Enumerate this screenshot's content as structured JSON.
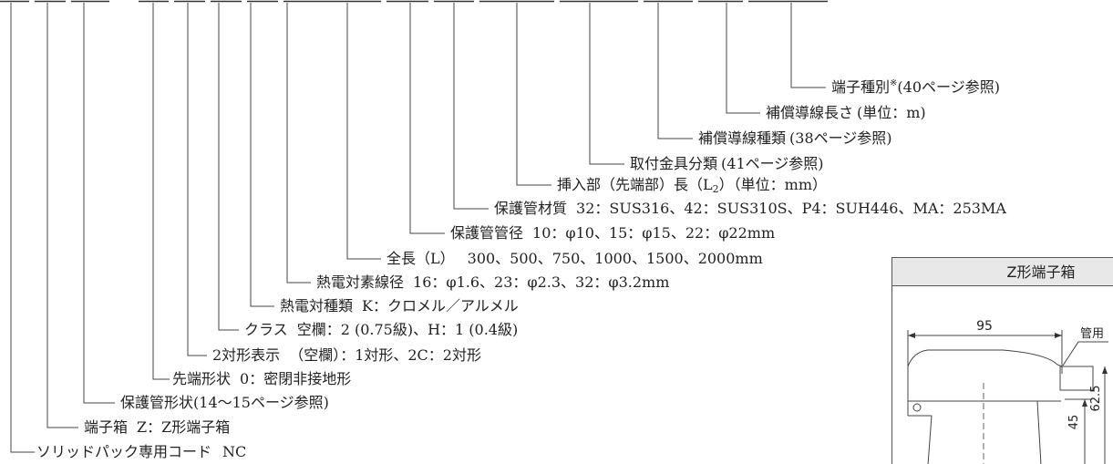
{
  "code_items": [
    {
      "id": "terminal-type",
      "label": "端子種別",
      "mark": "※",
      "detail": "(40ページ参照)"
    },
    {
      "id": "comp-wire-length",
      "label": "補償導線長さ",
      "detail": "(単位：m)"
    },
    {
      "id": "comp-wire-type",
      "label": "補償導線種類",
      "detail": "(38ページ参照)"
    },
    {
      "id": "mount-class",
      "label": "取付金具分類",
      "detail": "(41ページ参照)"
    },
    {
      "id": "insertion-length",
      "label": "挿入部（先端部）長（L",
      "sub": "2",
      "detail": "）（単位：mm）"
    },
    {
      "id": "tube-material",
      "label": "保護管材質",
      "detail": "32：SUS316、42：SUS310S、P4：SUH446、MA：253MA"
    },
    {
      "id": "tube-diameter",
      "label": "保護管管径",
      "detail": "10：φ10、15：φ15、22：φ22mm"
    },
    {
      "id": "total-length",
      "label": "全長（L）",
      "detail": "300、500、750、1000、1500、2000mm"
    },
    {
      "id": "element-diameter",
      "label": "熱電対素線径",
      "detail": "16：φ1.6、23：φ2.3、32：φ3.2mm"
    },
    {
      "id": "tc-type",
      "label": "熱電対種類",
      "detail": "K：クロメル／アルメル"
    },
    {
      "id": "class",
      "label": "クラス",
      "detail": "空欄：2 (0.75級)、H：1 (0.4級)"
    },
    {
      "id": "pair-indication",
      "label": "2対形表示",
      "detail": "（空欄）：1対形、2C：2対形"
    },
    {
      "id": "tip-shape",
      "label": "先端形状",
      "detail": "0：密閉非接地形"
    },
    {
      "id": "tube-shape",
      "label": "保護管形状",
      "detail": "(14〜15ページ参照)"
    },
    {
      "id": "terminal-box",
      "label": "端子箱",
      "detail": "Z：Z形端子箱"
    },
    {
      "id": "solid-pack-code",
      "label": "ソリッドパック専用コード",
      "detail": "NC"
    }
  ],
  "inset": {
    "title": "Z形端子箱",
    "dim_width": "95",
    "dim_height_a": "45",
    "dim_height_b": "62.5",
    "callout_label": "管用"
  }
}
